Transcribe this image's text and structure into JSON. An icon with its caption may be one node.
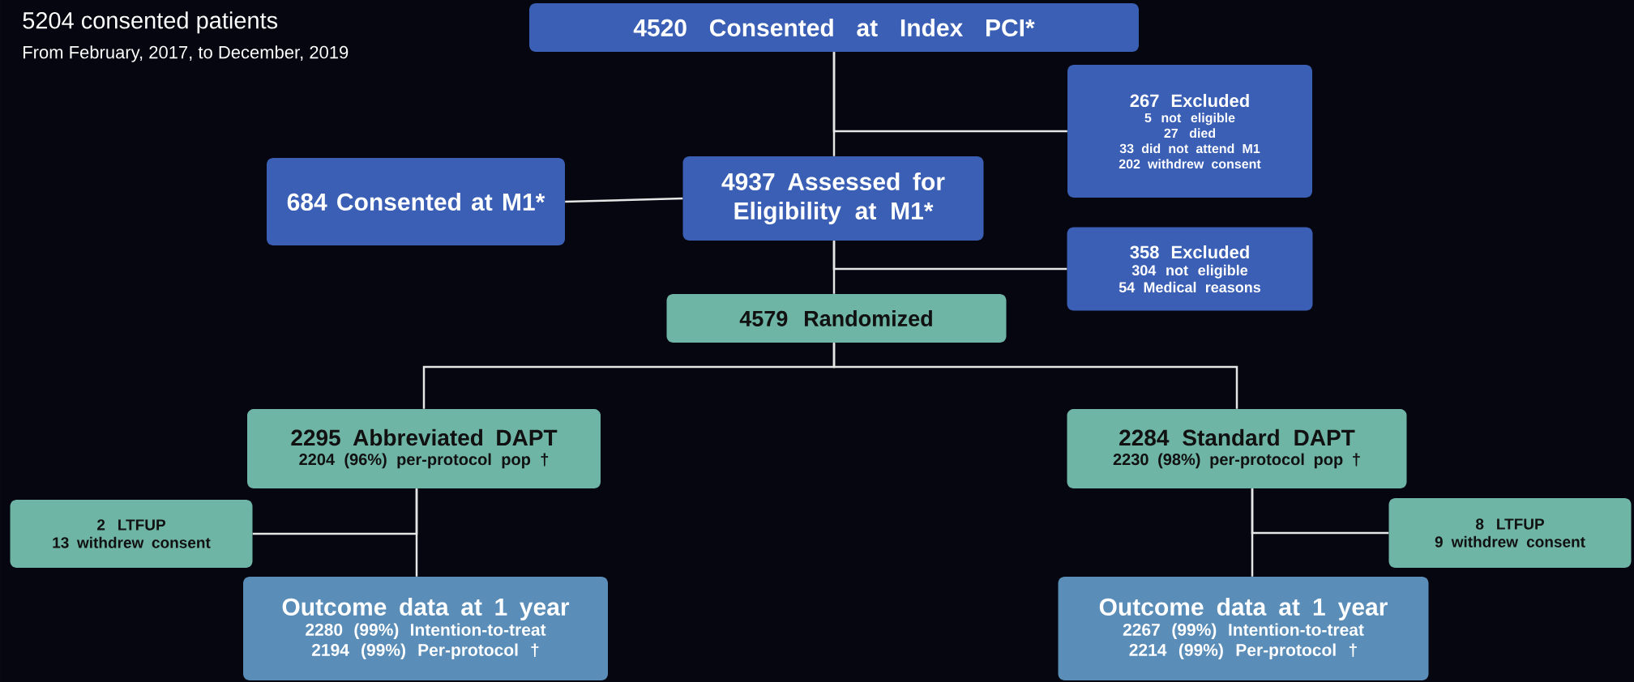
{
  "diagram": {
    "title": "5204 consented patients",
    "nodes": [
      {
        "text": [
          "4520 Consented at Index PCI*"
        ]
      },
      {
        "text": [
          "267 Excluded",
          "5 not eligible",
          "27 died",
          "33 did not attend M1",
          "202 withdrew consent"
        ]
      },
      {
        "text": [
          "684 Consented at M1*"
        ]
      },
      {
        "text": [
          "4937 Assessed for Eligibility at M1*"
        ]
      },
      {
        "text": [
          "358 Excluded",
          "304 not eligible",
          "54 Medical reasons"
        ]
      },
      {
        "text": [
          "4579 Randomized"
        ]
      },
      {
        "text": [
          "2295 Abbreviated DAPT",
          "2204 (96%) per-protocol pop †"
        ]
      },
      {
        "text": [
          "2284 Standard DAPT",
          "2230 (98%) per-protocol pop †"
        ]
      },
      {
        "text": [
          "2 LTFUP",
          "13 withdrew consent"
        ]
      },
      {
        "text": [
          "Outcome data at 1 year",
          "2280 (99%) Intention-to-treat",
          "2194 (99%) Per-protocol †"
        ]
      },
      {
        "text": [
          "8 LTFUP",
          "9 withdrew consent"
        ]
      },
      {
        "text": [
          "Outcome data at 1 year",
          "2267 (99%) Intention-to-treat",
          "2214 (99%) Per-protocol †"
        ]
      }
    ],
    "edges": [
      {
        "from": 0,
        "to": 3,
        "arrow": "none"
      },
      {
        "from": 0,
        "to": 1,
        "arrow": "none"
      },
      {
        "from": 2,
        "to": 3,
        "arrow": "none"
      },
      {
        "from": 3,
        "to": 5,
        "arrow": "none"
      },
      {
        "from": 3,
        "to": 4,
        "arrow": "none"
      },
      {
        "from": 5,
        "to": 6,
        "arrow": "none"
      },
      {
        "from": 5,
        "to": 7,
        "arrow": "none"
      },
      {
        "from": 6,
        "to": 9,
        "arrow": "none"
      },
      {
        "from": 6,
        "to": 8,
        "arrow": "none"
      },
      {
        "from": 7,
        "to": 11,
        "arrow": "none"
      },
      {
        "from": 7,
        "to": 10,
        "arrow": "none"
      }
    ],
    "labels": [
      "From February, 2017, to December, 2019"
    ]
  }
}
